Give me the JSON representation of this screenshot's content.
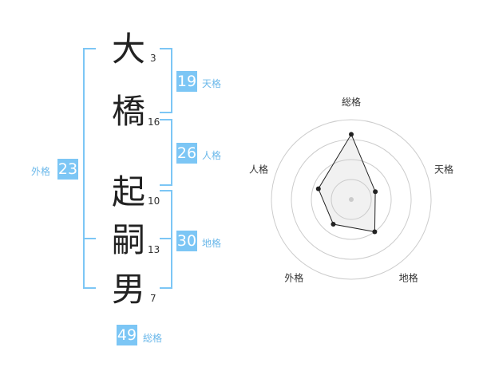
{
  "name": {
    "chars": [
      {
        "char": "大",
        "strokes": "3"
      },
      {
        "char": "橋",
        "strokes": "16"
      },
      {
        "char": "起",
        "strokes": "10"
      },
      {
        "char": "嗣",
        "strokes": "13"
      },
      {
        "char": "男",
        "strokes": "7"
      }
    ]
  },
  "fortunes": {
    "tenkaku": {
      "value": "19",
      "label": "天格"
    },
    "jinkaku": {
      "value": "26",
      "label": "人格"
    },
    "chikaku": {
      "value": "30",
      "label": "地格"
    },
    "gaikaku": {
      "value": "23",
      "label": "外格"
    },
    "soukaku": {
      "value": "49",
      "label": "総格"
    }
  },
  "colors": {
    "accent": "#7cc6f5",
    "label": "#6bb8ea",
    "text": "#222222"
  },
  "chart_data": {
    "type": "radar",
    "axes": [
      "総格",
      "天格",
      "地格",
      "外格",
      "人格"
    ],
    "values": [
      49,
      19,
      30,
      23,
      26
    ],
    "rings": 4
  }
}
